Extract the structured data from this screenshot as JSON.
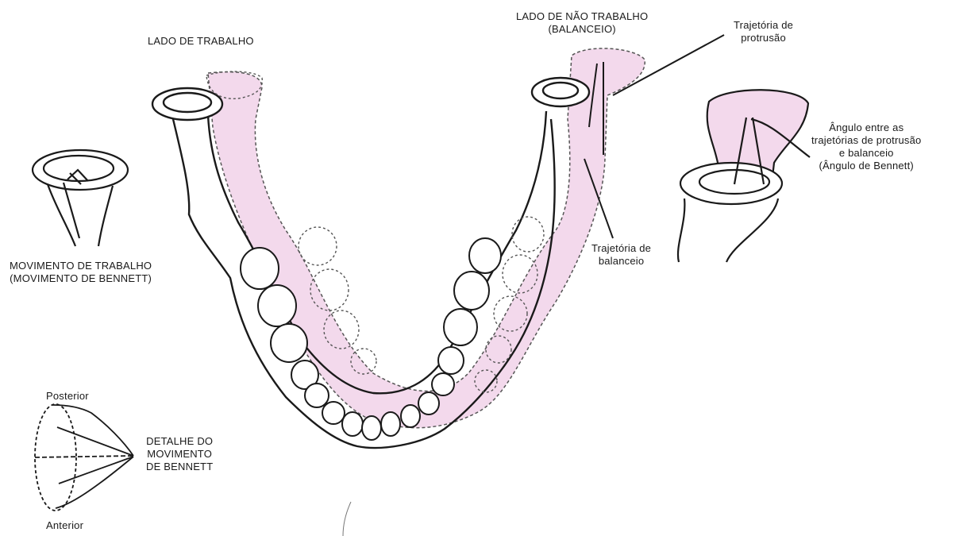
{
  "labels": {
    "working_side": "LADO DE TRABALHO",
    "non_working_side": [
      "LADO DE NÃO TRABALHO",
      "(BALANCEIO)"
    ],
    "protrusion_path": [
      "Trajetória de",
      "protrusão"
    ],
    "bennett_angle": [
      "Ângulo entre as",
      "trajetórias de protrusão",
      "e balanceio",
      "(Ângulo de Bennett)"
    ],
    "working_movement": [
      "MOVIMENTO DE TRABALHO",
      "(MOVIMENTO DE BENNETT)"
    ],
    "balance_path": [
      "Trajetória de",
      "balanceio"
    ],
    "posterior": "Posterior",
    "anterior": "Anterior",
    "bennett_detail": [
      "DETALHE DO",
      "MOVIMENTO",
      "DE BENNETT"
    ]
  },
  "colors": {
    "ink": "#1a1a1a",
    "shadow_fill": "#f3d9ec",
    "shadow_edge": "#555555"
  }
}
